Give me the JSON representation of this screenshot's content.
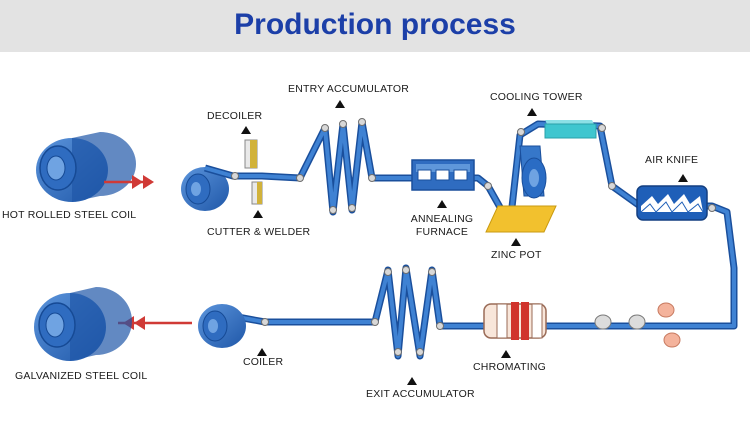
{
  "title": "Production process",
  "labels": {
    "hot_rolled": "HOT ROLLED STEEL COIL",
    "decoiler": "DECOILER",
    "cutter_welder": "CUTTER & WELDER",
    "entry_accumulator": "ENTRY ACCUMULATOR",
    "annealing_furnace_1": "ANNEALING",
    "annealing_furnace_2": "FURNACE",
    "cooling_tower": "COOLING TOWER",
    "air_knife": "AIR KNIFE",
    "zinc_pot": "ZINC POT",
    "chromating": "CHROMATING",
    "exit_accumulator": "EXIT ACCUMULATOR",
    "coiler": "COILER",
    "galvanized": "GALVANIZED STEEL COIL"
  },
  "colors": {
    "title": "#1c3fa8",
    "strip": "#2a6cc4",
    "strip_edge": "#1a4f9c",
    "arrow": "#d03a36",
    "zinc_pot": "#f2c12e",
    "cooling_tower": "#3fc6cf",
    "air_knife": "#1f5fb8"
  }
}
